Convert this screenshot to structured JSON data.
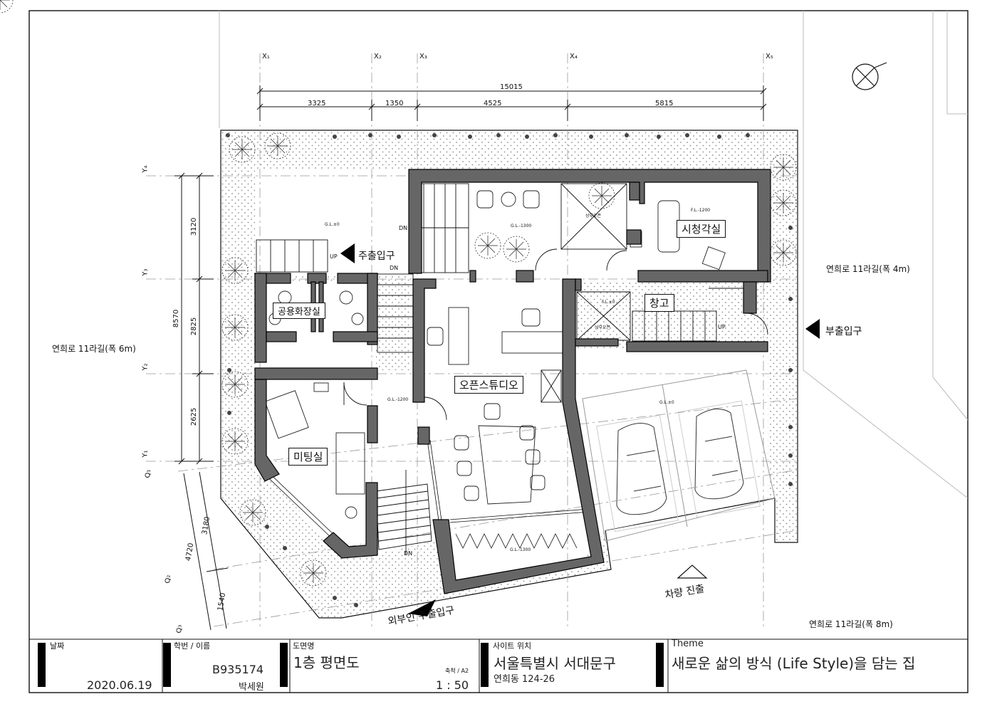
{
  "grid": {
    "x_labels": [
      "X₁",
      "X₂",
      "X₃",
      "X₄",
      "X₅"
    ],
    "y_labels": [
      "Y₄",
      "Y₃",
      "Y₂",
      "Y₁",
      "Q₁",
      "Q₂",
      "Q₃"
    ]
  },
  "dimensions": {
    "total_width": "15015",
    "top_spans": [
      "3325",
      "1350",
      "4525",
      "5815"
    ],
    "total_depth": "8570",
    "left_spans": [
      "3120",
      "2825",
      "2625"
    ],
    "lower_total": "4720",
    "lower_spans": [
      "3180",
      "1540"
    ]
  },
  "rooms": {
    "theater": "시청각실",
    "storage": "창고",
    "restroom": "공용화장실",
    "studio": "오픈스튜디오",
    "meeting": "미팅실"
  },
  "levels": {
    "gl_0": "G.L.±0",
    "gl_1300a": "G.L.-1300",
    "fl_1200": "F.L.-1200",
    "gl_1200": "G.L.-1200",
    "fl_0": "F.L.±0",
    "gl_0b": "G.L.±0",
    "gl_1300b": "G.L.-1300",
    "void_a": "상부오픈",
    "void_b": "상부오픈"
  },
  "stair_marks": {
    "up_a": "UP",
    "dn_a": "DN",
    "dn_b": "DN",
    "up_b": "UP",
    "dn_c": "DN"
  },
  "entrances": {
    "main": "주출입구",
    "side": "부출입구",
    "outsider": "외부인 주출입구",
    "vehicle": "차량 진출"
  },
  "roads": {
    "west": "연희로 11라길(폭 6m)",
    "east": "연희로 11라길(폭 4m)",
    "south": "연희로 11라길(폭 8m)"
  },
  "title_block": {
    "date_label": "날짜",
    "date_value": "2020.06.19",
    "student_label": "학번 / 이름",
    "student_id": "B935174",
    "student_name": "박세원",
    "drawing_label": "도면명",
    "drawing_name": "1층 평면도",
    "scale_label": "축척 / A2",
    "scale_value": "1 : 50",
    "site_label": "사이트 위치",
    "site_city": "서울특별시 서대문구",
    "site_address": "연희동 124-26",
    "theme_label": "Theme",
    "theme_value": "새로운 삶의 방식 (Life Style)을 담는 집"
  },
  "colors": {
    "wall": "#666666",
    "wall_stroke": "#000000",
    "line": "#111111",
    "grid_line": "#999999",
    "dot": "#9a9a9a"
  }
}
